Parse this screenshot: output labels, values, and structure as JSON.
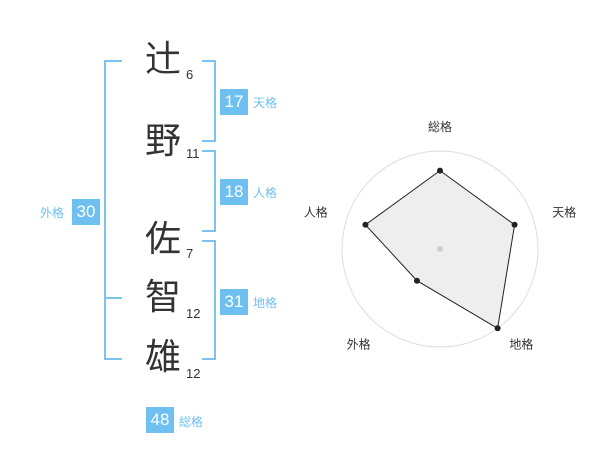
{
  "name": {
    "chars": [
      {
        "char": "辻",
        "strokes": "6"
      },
      {
        "char": "野",
        "strokes": "11"
      },
      {
        "char": "佐",
        "strokes": "7"
      },
      {
        "char": "智",
        "strokes": "12"
      },
      {
        "char": "雄",
        "strokes": "12"
      }
    ]
  },
  "kaku": {
    "tenkaku": {
      "value": "17",
      "label": "天格"
    },
    "jinkaku": {
      "value": "18",
      "label": "人格"
    },
    "chikaku": {
      "value": "31",
      "label": "地格"
    },
    "gaikaku": {
      "value": "30",
      "label": "外格"
    },
    "soukaku": {
      "value": "48",
      "label": "総格"
    }
  },
  "accent_color": "#6ec0f0",
  "chart_data": {
    "type": "radar",
    "axes": [
      "総格",
      "天格",
      "地格",
      "外格",
      "人格"
    ],
    "scale_max": 5,
    "rings": 4,
    "values": [
      4,
      4,
      5,
      2,
      4
    ]
  }
}
